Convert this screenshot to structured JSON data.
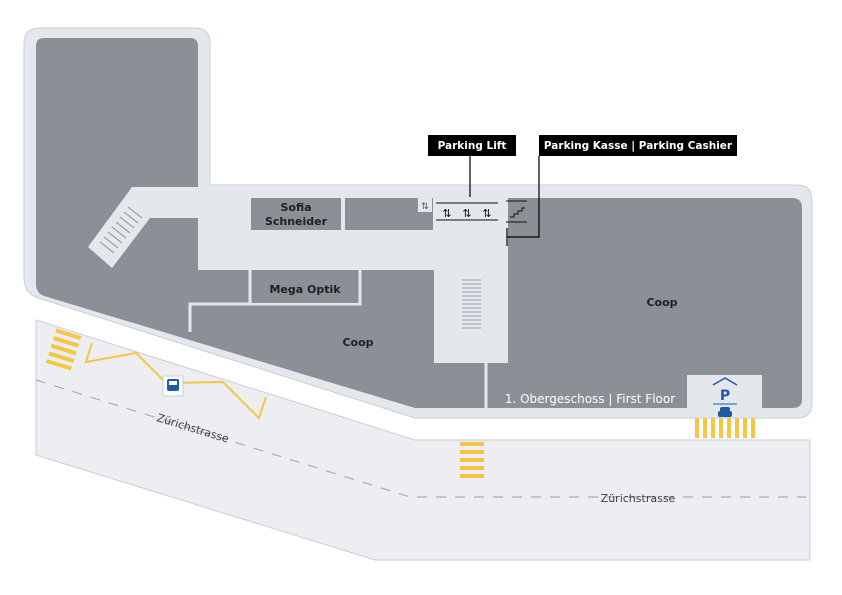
{
  "map": {
    "callouts": {
      "parking_lift": "Parking Lift",
      "parking_cashier": "Parking Kasse | Parking Cashier"
    },
    "shops": {
      "sofia_line1": "Sofia",
      "sofia_line2": "Schneider",
      "mega_optik": "Mega Optik",
      "coop_left": "Coop",
      "coop_right": "Coop"
    },
    "floor_label": "1. Obergeschoss | First Floor",
    "streets": {
      "left": "Zürichstrasse",
      "right": "Zürichstrasse"
    },
    "parking_sign": "P",
    "icons": [
      "restroom-icon",
      "elevator-icon",
      "stairs-icon",
      "bus-stop-icon",
      "parking-icon",
      "car-icon",
      "crosswalk-icon"
    ],
    "colors": {
      "building_dark": "#8b9097",
      "building_light": "#e4e8ed",
      "road": "#eceef2",
      "crosswalk": "#f6c543",
      "accent_blue": "#1f5aa6",
      "callout_bg": "#000000"
    }
  }
}
